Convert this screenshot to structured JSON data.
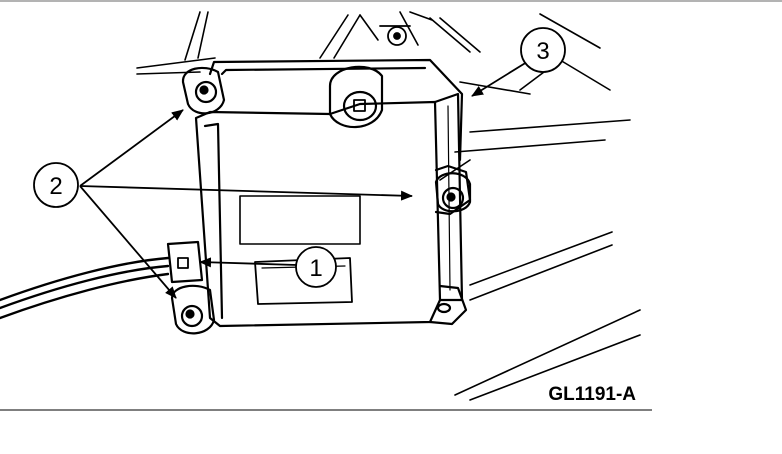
{
  "figure": {
    "code": "GL1191-A",
    "callouts": [
      {
        "label": "1"
      },
      {
        "label": "2"
      },
      {
        "label": "3"
      }
    ]
  },
  "colors": {
    "ink": "#000000",
    "paper": "#ffffff",
    "rule": "#9a9a9a"
  }
}
